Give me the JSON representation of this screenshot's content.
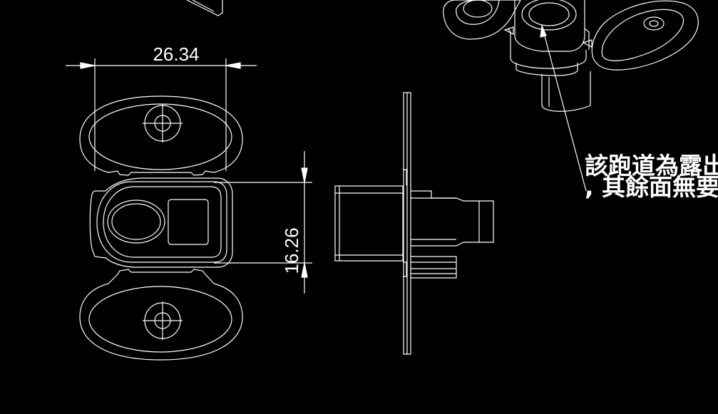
{
  "drawing": {
    "dimension_width": "26.34",
    "dimension_height": "16.26",
    "note_line_1": "該跑道為露出外",
    "note_line_2": ", 其餘面無要求"
  },
  "colors": {
    "background": "#000000",
    "line": "#ffffff"
  }
}
